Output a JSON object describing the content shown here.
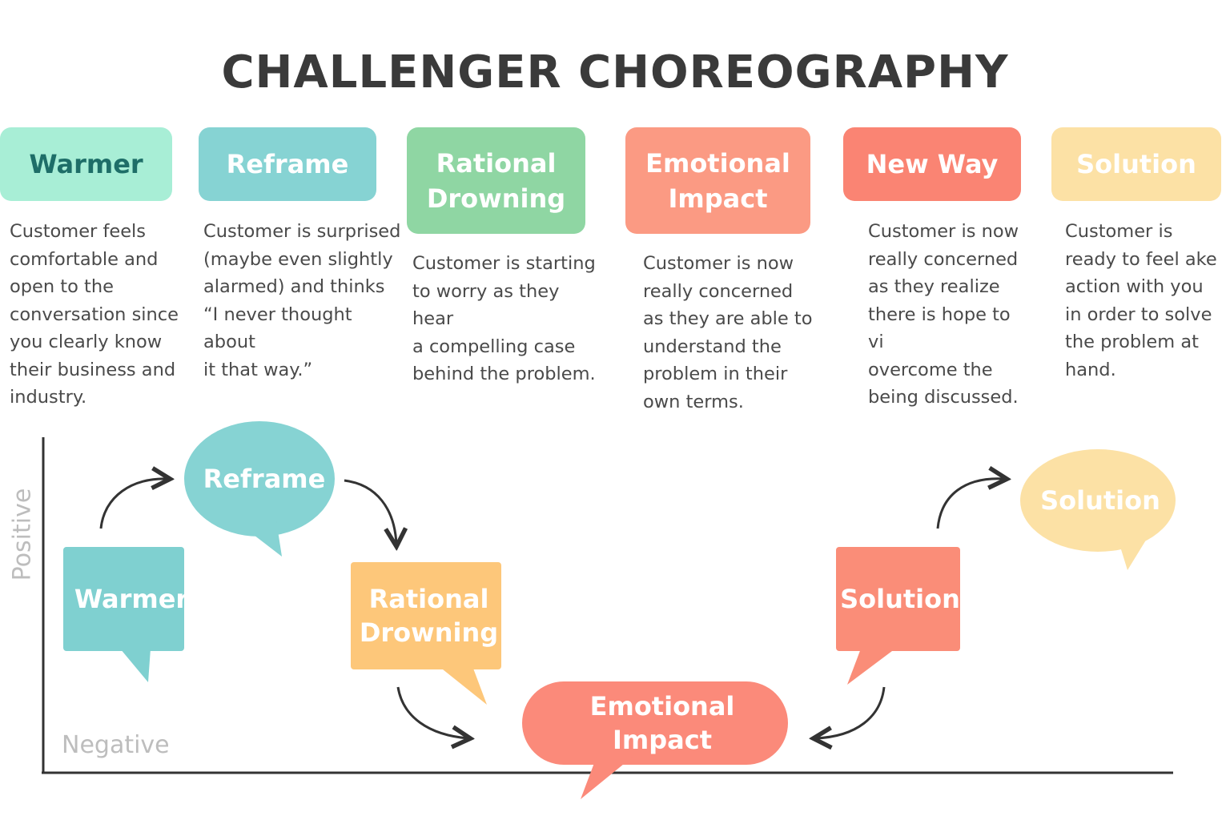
{
  "title": "CHALLENGER CHOREOGRAPHY",
  "stages": [
    {
      "label": "Warmer",
      "color": "#a8eed6",
      "text_color": "#1e6e68",
      "description": "Customer feels\ncomfortable and\nopen to the\nconversation since\nyou clearly know\ntheir business and\nindustry."
    },
    {
      "label": "Reframe",
      "color": "#86d3d3",
      "text_color": "#ffffff",
      "description": "Customer is surprised\n(maybe even slightly\nalarmed) and thinks\n“I never thought about\nit that way.”"
    },
    {
      "label": "Rational\nDrowning",
      "color": "#8fd6a3",
      "text_color": "#ffffff",
      "description": "Customer is starting\nto worry as they hear\na compelling case\nbehind the problem."
    },
    {
      "label": "Emotional\nImpact",
      "color": "#fb9a83",
      "text_color": "#ffffff",
      "description": "Customer is now\nreally concerned\nas they are able to\nunderstand the\nproblem in their\nown terms."
    },
    {
      "label": "New Way",
      "color": "#fa8473",
      "text_color": "#ffffff",
      "description": "Customer is now\nreally concerned\nas they realize\nthere is hope to vi\novercome the\nbeing discussed."
    },
    {
      "label": "Solution",
      "color": "#fce1a5",
      "text_color": "#ffffff",
      "description": "Customer is\nready to feel ake\naction with you\nin order to solve\nthe problem at\nhand."
    }
  ],
  "axis": {
    "positive": "Positive",
    "negative": "Negative"
  },
  "bubbles": {
    "warmer": {
      "label": "Warmer",
      "color": "#7fd0d0"
    },
    "reframe": {
      "label": "Reframe",
      "color": "#86d3d3"
    },
    "rational": {
      "label": "Rational\nDrowning",
      "color": "#fdc77a"
    },
    "emotional": {
      "label": "Emotional\nImpact",
      "color": "#fb8a7a"
    },
    "solution_box": {
      "label": "Solution",
      "color": "#fa8d78"
    },
    "solution_cloud": {
      "label": "Solution",
      "color": "#fce1a5"
    }
  }
}
